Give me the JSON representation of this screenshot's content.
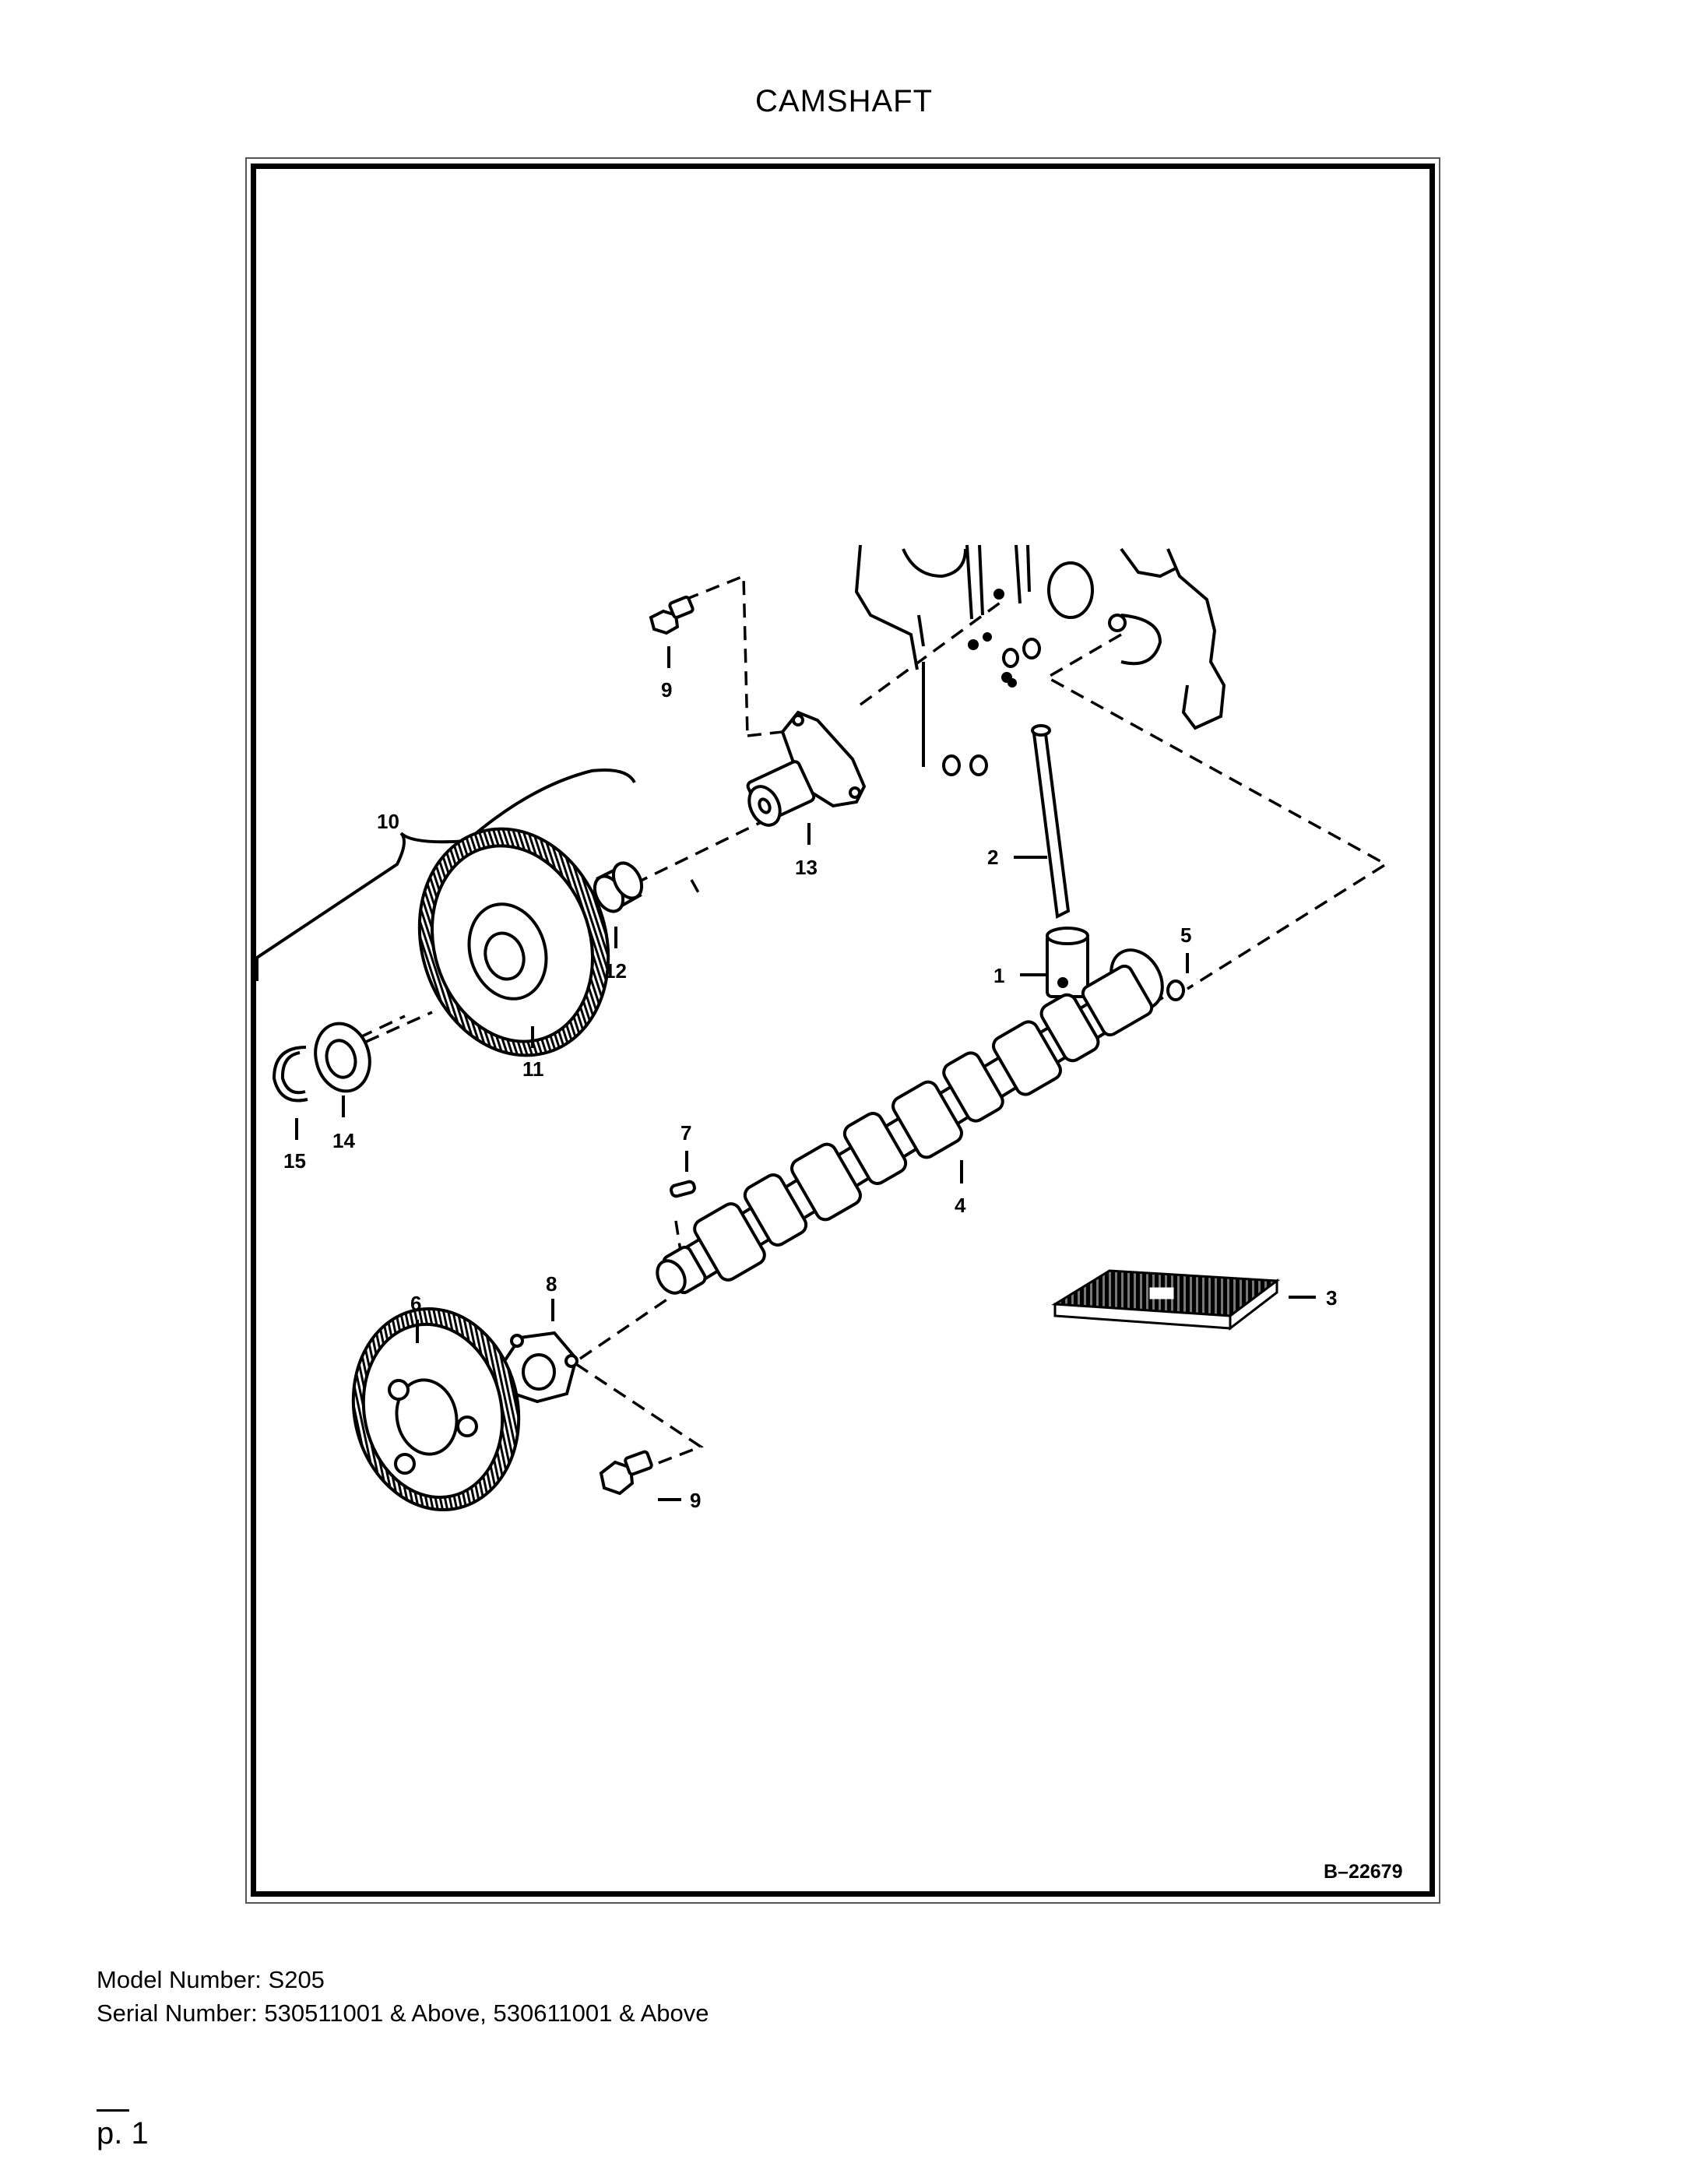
{
  "page": {
    "title": "CAMSHAFT",
    "page_number": "p. 1"
  },
  "figure": {
    "figure_id": "B–22679",
    "callouts": {
      "c1": "1",
      "c2": "2",
      "c3": "3",
      "c4": "4",
      "c5": "5",
      "c6": "6",
      "c7": "7",
      "c8": "8",
      "c9": "9",
      "c10": "10",
      "c11": "11",
      "c12": "12",
      "c13": "13",
      "c14": "14",
      "c15": "15"
    }
  },
  "footer": {
    "model": "Model Number: S205",
    "serial": "Serial Number: 530511001 & Above, 530611001 & Above"
  }
}
